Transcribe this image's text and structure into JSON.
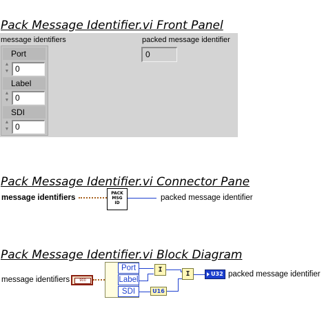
{
  "front_panel": {
    "title": "Pack Message Identifier.vi Front Panel",
    "cluster_label": "message identifiers",
    "fields": [
      {
        "label": "Port",
        "value": "0"
      },
      {
        "label": "Label",
        "value": "0"
      },
      {
        "label": "SDI",
        "value": "0"
      }
    ],
    "indicator_label": "packed message identifier",
    "indicator_value": "0"
  },
  "connector_pane": {
    "title": "Pack Message Identifier.vi Connector Pane",
    "input_label": "message identifiers",
    "icon_lines": [
      "PACK",
      "MSG",
      "ID"
    ],
    "output_label": "packed message identifier"
  },
  "block_diagram": {
    "title": "Pack Message Identifier.vi Block Diagram",
    "input_label": "message identifiers",
    "control_glyph": "900",
    "unbundle_items": [
      "Port",
      "Label",
      "SDI"
    ],
    "convert_label": "U16",
    "join_glyph": "I",
    "indicator_type": "U32",
    "output_label": "packed message identifier"
  }
}
